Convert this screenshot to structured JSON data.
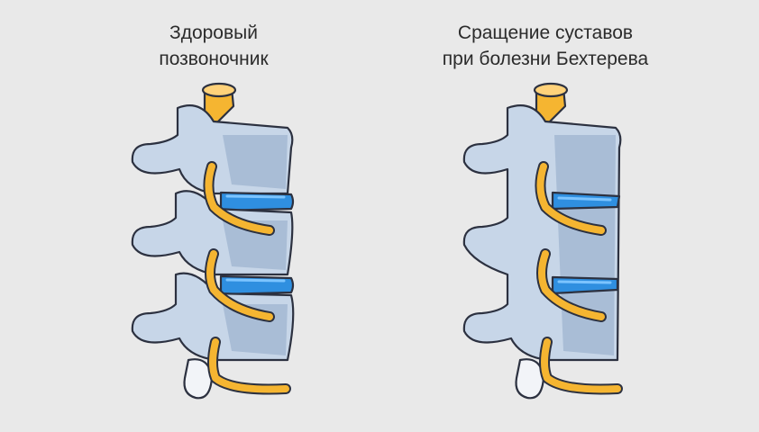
{
  "panels": [
    {
      "id": "healthy",
      "title_line1": "Здоровый",
      "title_line2": "позвоночник"
    },
    {
      "id": "bechterew",
      "title_line1": "Сращение суставов",
      "title_line2": "при болезни Бехтерева"
    }
  ],
  "colors": {
    "background": "#e9e9e9",
    "bone": "#c7d6e8",
    "bone_shadow": "#a9bdd6",
    "outline": "#2c3140",
    "nerve": "#f5b531",
    "nerve_light": "#ffd27a",
    "disc": "#2f8fe0",
    "disc_light": "#7cc4ff",
    "cartilage": "#f2f4f8"
  },
  "icons": [
    "vertebra",
    "spinal-nerve",
    "intervertebral-disc",
    "fused-joint"
  ]
}
